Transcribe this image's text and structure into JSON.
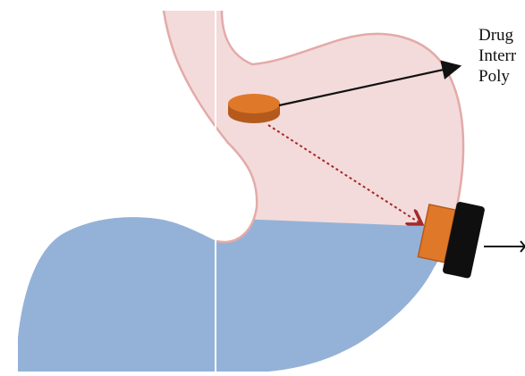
{
  "labels": {
    "line1": "Drug",
    "line2": "Interr",
    "line3": "Poly"
  },
  "colors": {
    "stomach_upper": "#f3dbdb",
    "stomach_lower": "#94b2d8",
    "stomach_outline": "#e3aaa8",
    "pill_orange": "#e0782a",
    "pill_shadow": "#b45a1c",
    "black_block": "#0f0f0f",
    "trajectory": "#a52a2a",
    "arrow": "#111111"
  },
  "icons": {
    "tablet": "orange-tablet-icon",
    "device": "orange-black-device-icon"
  }
}
